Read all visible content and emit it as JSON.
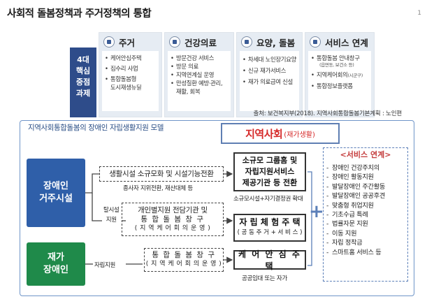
{
  "page": {
    "title": "사회적 돌봄정책과 주거정책의 통합",
    "number": "1"
  },
  "side_label": [
    "4대",
    "핵심",
    "중점",
    "과제"
  ],
  "categories": [
    {
      "title": "주거",
      "icon": "house-icon",
      "items": [
        "케어안심주택",
        "집수리 사업",
        "통합돌봄형",
        "도시재생뉴딜"
      ]
    },
    {
      "title": "건강의료",
      "icon": "health-icon",
      "items": [
        "방문건강 서비스",
        "방문 의료",
        "지역연계실 운영",
        "만성질환 예방·관리,",
        "재활, 회복"
      ]
    },
    {
      "title": "요양, 돌봄",
      "icon": "care-icon",
      "items": [
        "차세대 노인장기요양",
        "신규 재가서비스",
        "재가 의료급여 신설"
      ]
    },
    {
      "title": "서비스 연계",
      "icon": "link-icon",
      "items": [
        "통합돌봄 안내창구",
        "(읍면동, 보건소 등)",
        "지역케어회의",
        "(시군구)",
        "통합정보플랫폼"
      ]
    }
  ],
  "source": "출처: 보건복지부(2018). 지역사회통합돌봄기본계획 : 노인편",
  "model": {
    "title": "지역사회통합돌봄의 장애인 자립생활지원 모델",
    "center_big": "지역사회",
    "center_small": "(재가생활)",
    "left_disabled": [
      "장애인",
      "거주시설"
    ],
    "left_home": [
      "재가",
      "장애인"
    ],
    "dashed1": "생활시설 소규모화 및 시설기능전환",
    "note1": "종사자 지위전환, 재산대체 등",
    "note2": [
      "탈시설",
      "지원"
    ],
    "dashed2": [
      "개인별지원 전담기관 및",
      "통 합 돌 봄 창 구",
      "( 지 역 케 어 회 의  운 영 )"
    ],
    "note3": "자립지원",
    "dashed3": [
      "통 합 돌 봄 창 구",
      "( 지 역 케 어 회 의  운 영 )"
    ],
    "solid1": [
      "소규모 그룹홈 및",
      "자립지원서비스",
      "제공기관 등 전환"
    ],
    "note4": "소규모시설+자기결정권 확대",
    "solid2": [
      "자 립 체 험 주 택",
      "( 공 동 주 거 + 서 비 스 )"
    ],
    "solid3": "케 어 안 심 주 택",
    "note5": "공공임대 또는 자가",
    "plus": "+",
    "services_title": "<서비스 연계>",
    "services": [
      "장애인 건강주치의",
      "장애인 활동지원",
      "발달장애인 주간활동",
      "발달장애인 공공후견",
      "맞춤형 취업지원",
      "기초수급 특례",
      "법률자문 지원",
      "이동 지원",
      "자립 정착금",
      "스마트홈 서비스 등"
    ]
  },
  "colors": {
    "navy": "#2e4c8a",
    "blue": "#2f5fa9",
    "green": "#1f8a4a",
    "red": "#d62b2b",
    "panel": "#e6ecf3"
  }
}
